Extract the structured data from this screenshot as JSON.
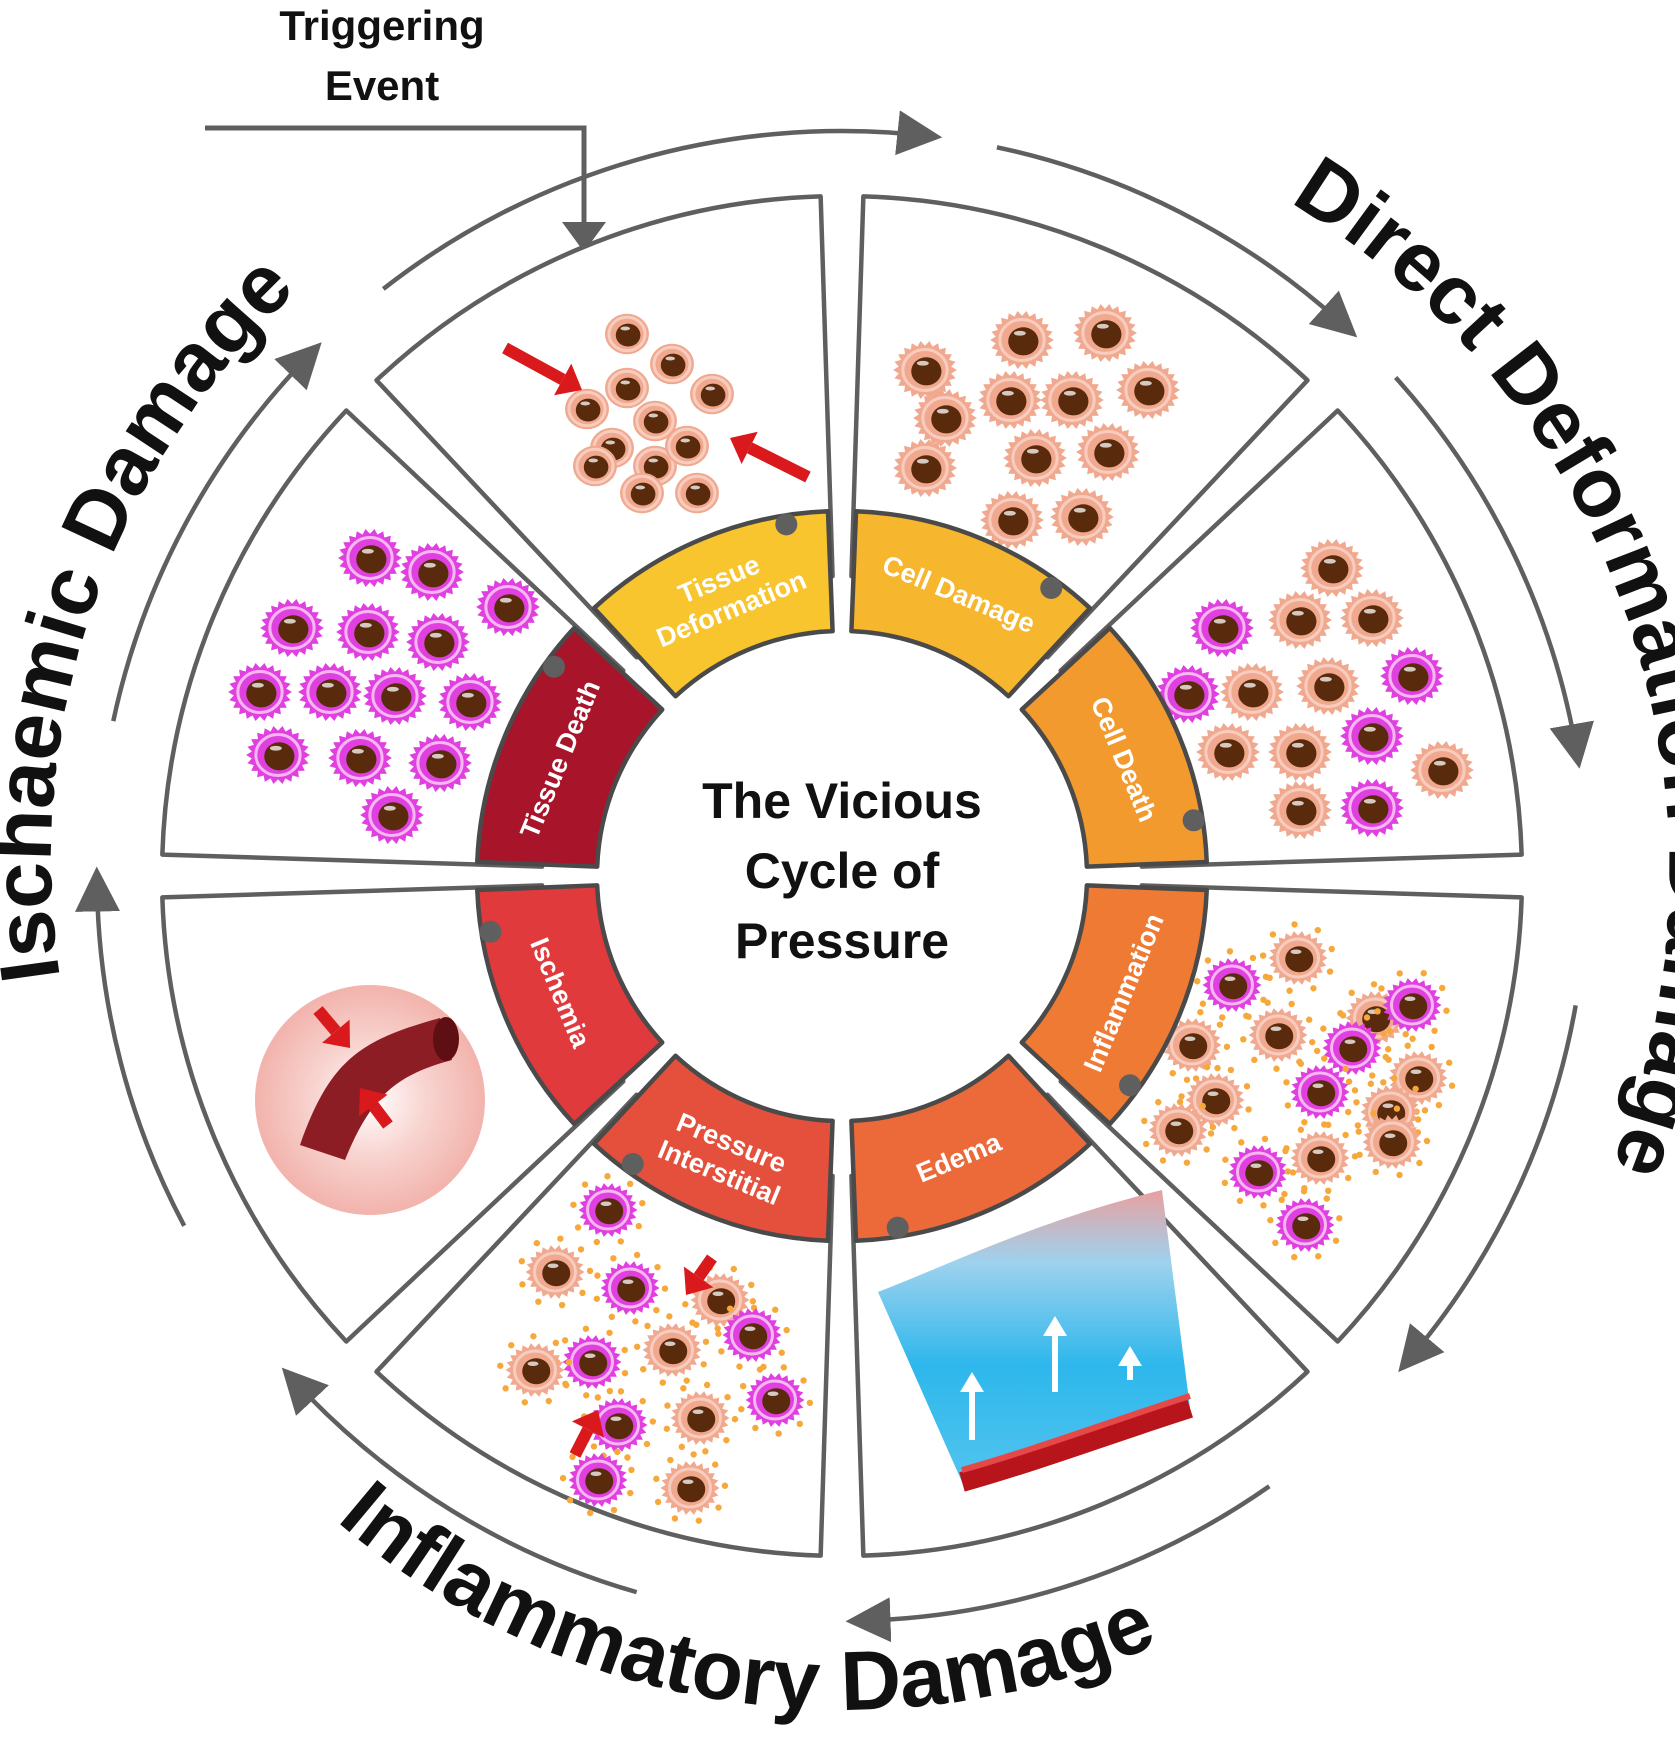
{
  "trigger": {
    "line1": "Triggering",
    "line2": "Event"
  },
  "center_title": {
    "line1": "The Vicious",
    "line2": "Cycle of",
    "line3": "Pressure"
  },
  "damage_labels": {
    "direct": "Direct Deformation Damage",
    "inflammatory": "Inflammatory Damage",
    "ischaemic": "Ischaemic Damage"
  },
  "segments": [
    {
      "lines": [
        "Cell Damage"
      ],
      "color": "#F6B62D"
    },
    {
      "lines": [
        "Cell Death"
      ],
      "color": "#F29A2E"
    },
    {
      "lines": [
        "Inflammation"
      ],
      "color": "#EF7A33"
    },
    {
      "lines": [
        "Edema"
      ],
      "color": "#EC6A3A"
    },
    {
      "lines": [
        "Pressure",
        "Interstitial"
      ],
      "color": "#E4503C"
    },
    {
      "lines": [
        "Ischemia"
      ],
      "color": "#E03A3D"
    },
    {
      "lines": [
        "Tissue Death"
      ],
      "color": "#A8142A"
    },
    {
      "lines": [
        "Tissue",
        "Deformation"
      ],
      "color": "#F8C52E"
    }
  ],
  "colors": {
    "outline": "#5f5f5f",
    "healthy_cell": "#F0A98F",
    "dead_cell": "#E040E0",
    "nucleus": "#5A2A0C",
    "pressure_arrow": "#D9191C"
  }
}
